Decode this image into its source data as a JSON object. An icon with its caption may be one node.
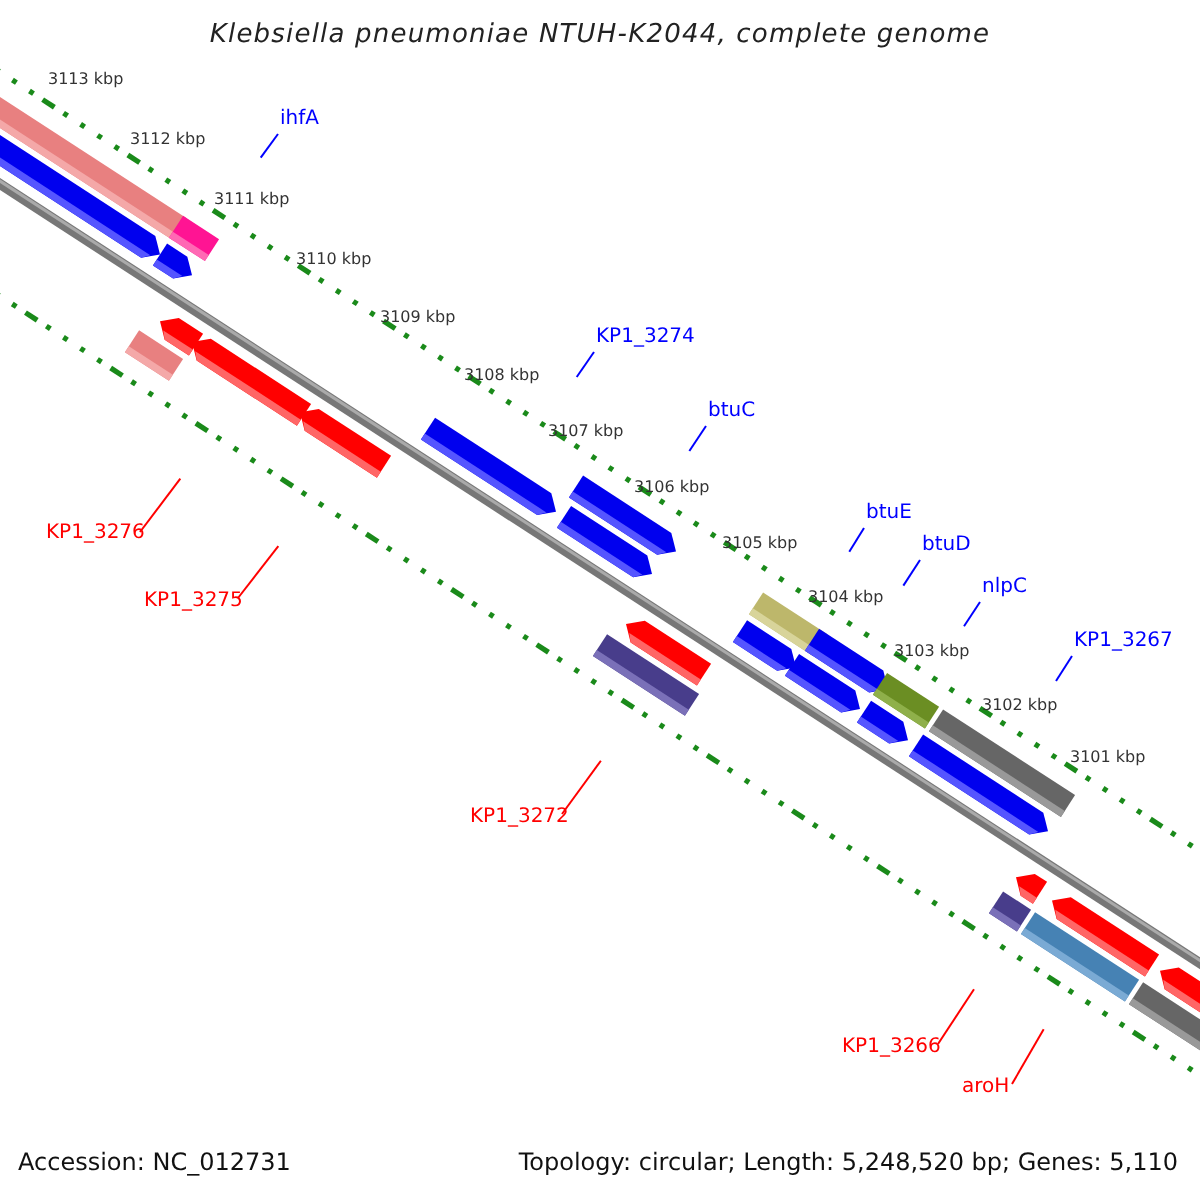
{
  "diagram": {
    "title": "Klebsiella pneumoniae NTUH-K2044, complete genome",
    "nodes": [
      {
        "text": [
          "ihfA"
        ]
      },
      {
        "text": [
          "KP1_3274"
        ]
      },
      {
        "text": [
          "btuC"
        ]
      },
      {
        "text": [
          "btuE"
        ]
      },
      {
        "text": [
          "btuD"
        ]
      },
      {
        "text": [
          "nlpC"
        ]
      },
      {
        "text": [
          "KP1_3267"
        ]
      },
      {
        "text": [
          "KP1_3276"
        ]
      },
      {
        "text": [
          "KP1_3275"
        ]
      },
      {
        "text": [
          "KP1_3272"
        ]
      },
      {
        "text": [
          "KP1_3266"
        ]
      },
      {
        "text": [
          "aroH"
        ]
      }
    ],
    "edges": [
      {
        "from": 0,
        "to": null,
        "arrow": "none",
        "color": "#0000ff"
      },
      {
        "from": 1,
        "to": null,
        "arrow": "none",
        "color": "#0000ff"
      },
      {
        "from": 2,
        "to": null,
        "arrow": "none",
        "color": "#0000ff"
      },
      {
        "from": 3,
        "to": null,
        "arrow": "none",
        "color": "#0000ff"
      },
      {
        "from": 4,
        "to": null,
        "arrow": "none",
        "color": "#0000ff"
      },
      {
        "from": 5,
        "to": null,
        "arrow": "none",
        "color": "#0000ff"
      },
      {
        "from": 6,
        "to": null,
        "arrow": "none",
        "color": "#0000ff"
      },
      {
        "from": 7,
        "to": null,
        "arrow": "none",
        "color": "#ff0000"
      },
      {
        "from": 8,
        "to": null,
        "arrow": "none",
        "color": "#ff0000"
      },
      {
        "from": 9,
        "to": null,
        "arrow": "none",
        "color": "#ff0000"
      },
      {
        "from": 10,
        "to": null,
        "arrow": "none",
        "color": "#ff0000"
      },
      {
        "from": 11,
        "to": null,
        "arrow": "none",
        "color": "#ff0000"
      }
    ],
    "labels": [
      "3113 kbp",
      "3112 kbp",
      "3111 kbp",
      "3110 kbp",
      "3109 kbp",
      "3108 kbp",
      "3107 kbp",
      "3106 kbp",
      "3105 kbp",
      "3104 kbp",
      "3103 kbp",
      "3102 kbp",
      "3101 kbp",
      "Accession: NC_012731",
      "Topology: circular; Length: 5,248,520 bp; Genes: 5,110"
    ]
  }
}
